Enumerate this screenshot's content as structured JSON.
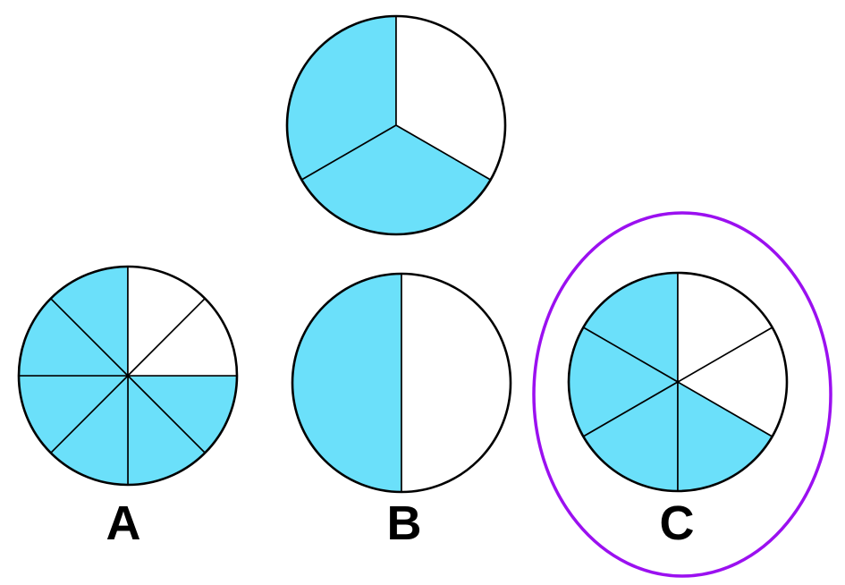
{
  "colors": {
    "filled": "#6be0fa",
    "empty": "#ffffff",
    "stroke": "#000000",
    "highlight": "#9b10f0",
    "label": "#000000"
  },
  "target": {
    "name": "target-circle",
    "parts": 3,
    "shaded": 2
  },
  "options": [
    {
      "id": "a",
      "label": "A",
      "parts": 8,
      "shaded": 6,
      "selected": false
    },
    {
      "id": "b",
      "label": "B",
      "parts": 2,
      "shaded": 1,
      "selected": false
    },
    {
      "id": "c",
      "label": "C",
      "parts": 6,
      "shaded": 4,
      "selected": true
    }
  ]
}
